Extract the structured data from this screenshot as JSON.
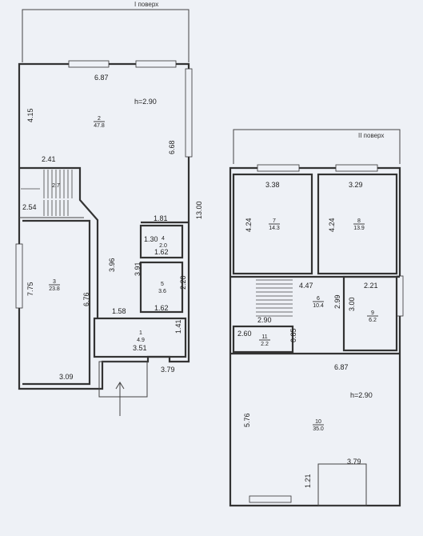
{
  "floor1": {
    "title": "I поверх",
    "ceiling": "h=2.90",
    "dims": {
      "top_width": "6.87",
      "left_upper": "4.15",
      "right_upper": "6.68",
      "right_total": "13.00",
      "stair_top": "2.41",
      "stair_side": "2.54",
      "left_lower": "7.75",
      "inner_left": "6.76",
      "bottom_left": "3.09",
      "mid_x": "1.81",
      "col_a": "3.96",
      "col_b": "3.91",
      "small_w": "1.30",
      "small_w2": "1.62",
      "bath_w": "1.62",
      "bath_h": "2.20",
      "hall_w": "1.58",
      "entry_w": "3.51",
      "entry_h": "1.41",
      "entry_bottom": "3.79"
    },
    "rooms": [
      {
        "num": "2",
        "area": "47.8"
      },
      {
        "num": "3",
        "area": "23.8"
      },
      {
        "num": "4",
        "area": "2.0"
      },
      {
        "num": "5",
        "area": "3.6"
      },
      {
        "num": "1",
        "area": "4.9"
      },
      {
        "num": "",
        "area": "2.7"
      }
    ]
  },
  "floor2": {
    "title": "II поверх",
    "ceiling": "h=2.90",
    "dims": {
      "room7_w": "3.38",
      "room8_w": "3.29",
      "room7_h": "4.24",
      "room8_h": "4.24",
      "hall_w": "4.47",
      "hall_h1": "2.99",
      "hall_h2": "3.00",
      "room9_w": "2.21",
      "stair_w": "2.90",
      "room11_w": "2.60",
      "room11_h": "0.85",
      "bottom_width": "6.87",
      "left_h": "5.76",
      "bottom_right": "3.79",
      "entry_h": "1.21"
    },
    "rooms": [
      {
        "num": "7",
        "area": "14.3"
      },
      {
        "num": "8",
        "area": "13.9"
      },
      {
        "num": "6",
        "area": "10.4"
      },
      {
        "num": "9",
        "area": "6.2"
      },
      {
        "num": "11",
        "area": "2.2"
      },
      {
        "num": "10",
        "area": "35.0"
      }
    ]
  }
}
